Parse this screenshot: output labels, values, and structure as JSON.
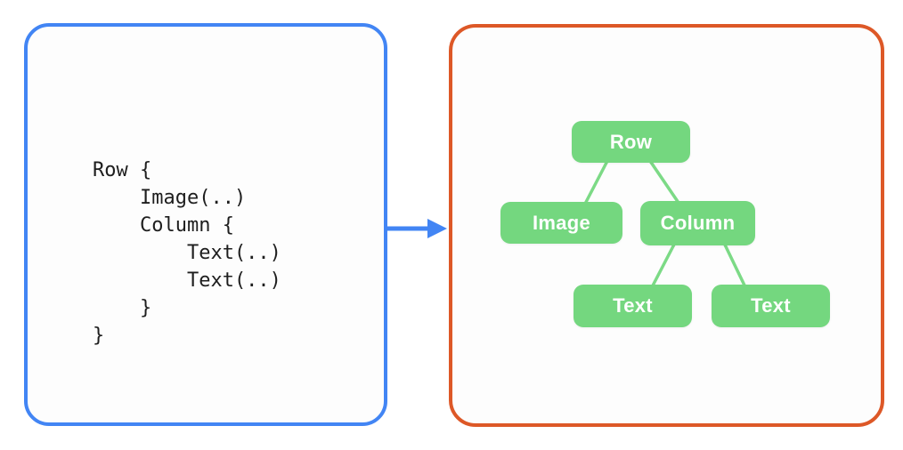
{
  "figure": {
    "description": "Code snippet to UI tree diagram",
    "colors": {
      "code_panel_border": "#4285F4",
      "tree_panel_border": "#DD5827",
      "node_fill": "#74D77F",
      "edge_stroke": "#7CDA86",
      "arrow": "#4285F4",
      "code_text": "#1e1e1e",
      "node_text": "#ffffff"
    }
  },
  "code_panel": {
    "code": "Row {\n    Image(..)\n    Column {\n        Text(..)\n        Text(..)\n    }\n}"
  },
  "arrow": {
    "icon": "arrow-right-icon",
    "direction": "right"
  },
  "tree_panel": {
    "nodes": {
      "root": "Row",
      "child1": "Image",
      "child2": "Column",
      "grandchild1": "Text",
      "grandchild2": "Text"
    },
    "edges": [
      {
        "from": "Row",
        "to": "Image"
      },
      {
        "from": "Row",
        "to": "Column"
      },
      {
        "from": "Column",
        "to": "Text"
      },
      {
        "from": "Column",
        "to": "Text"
      }
    ]
  }
}
